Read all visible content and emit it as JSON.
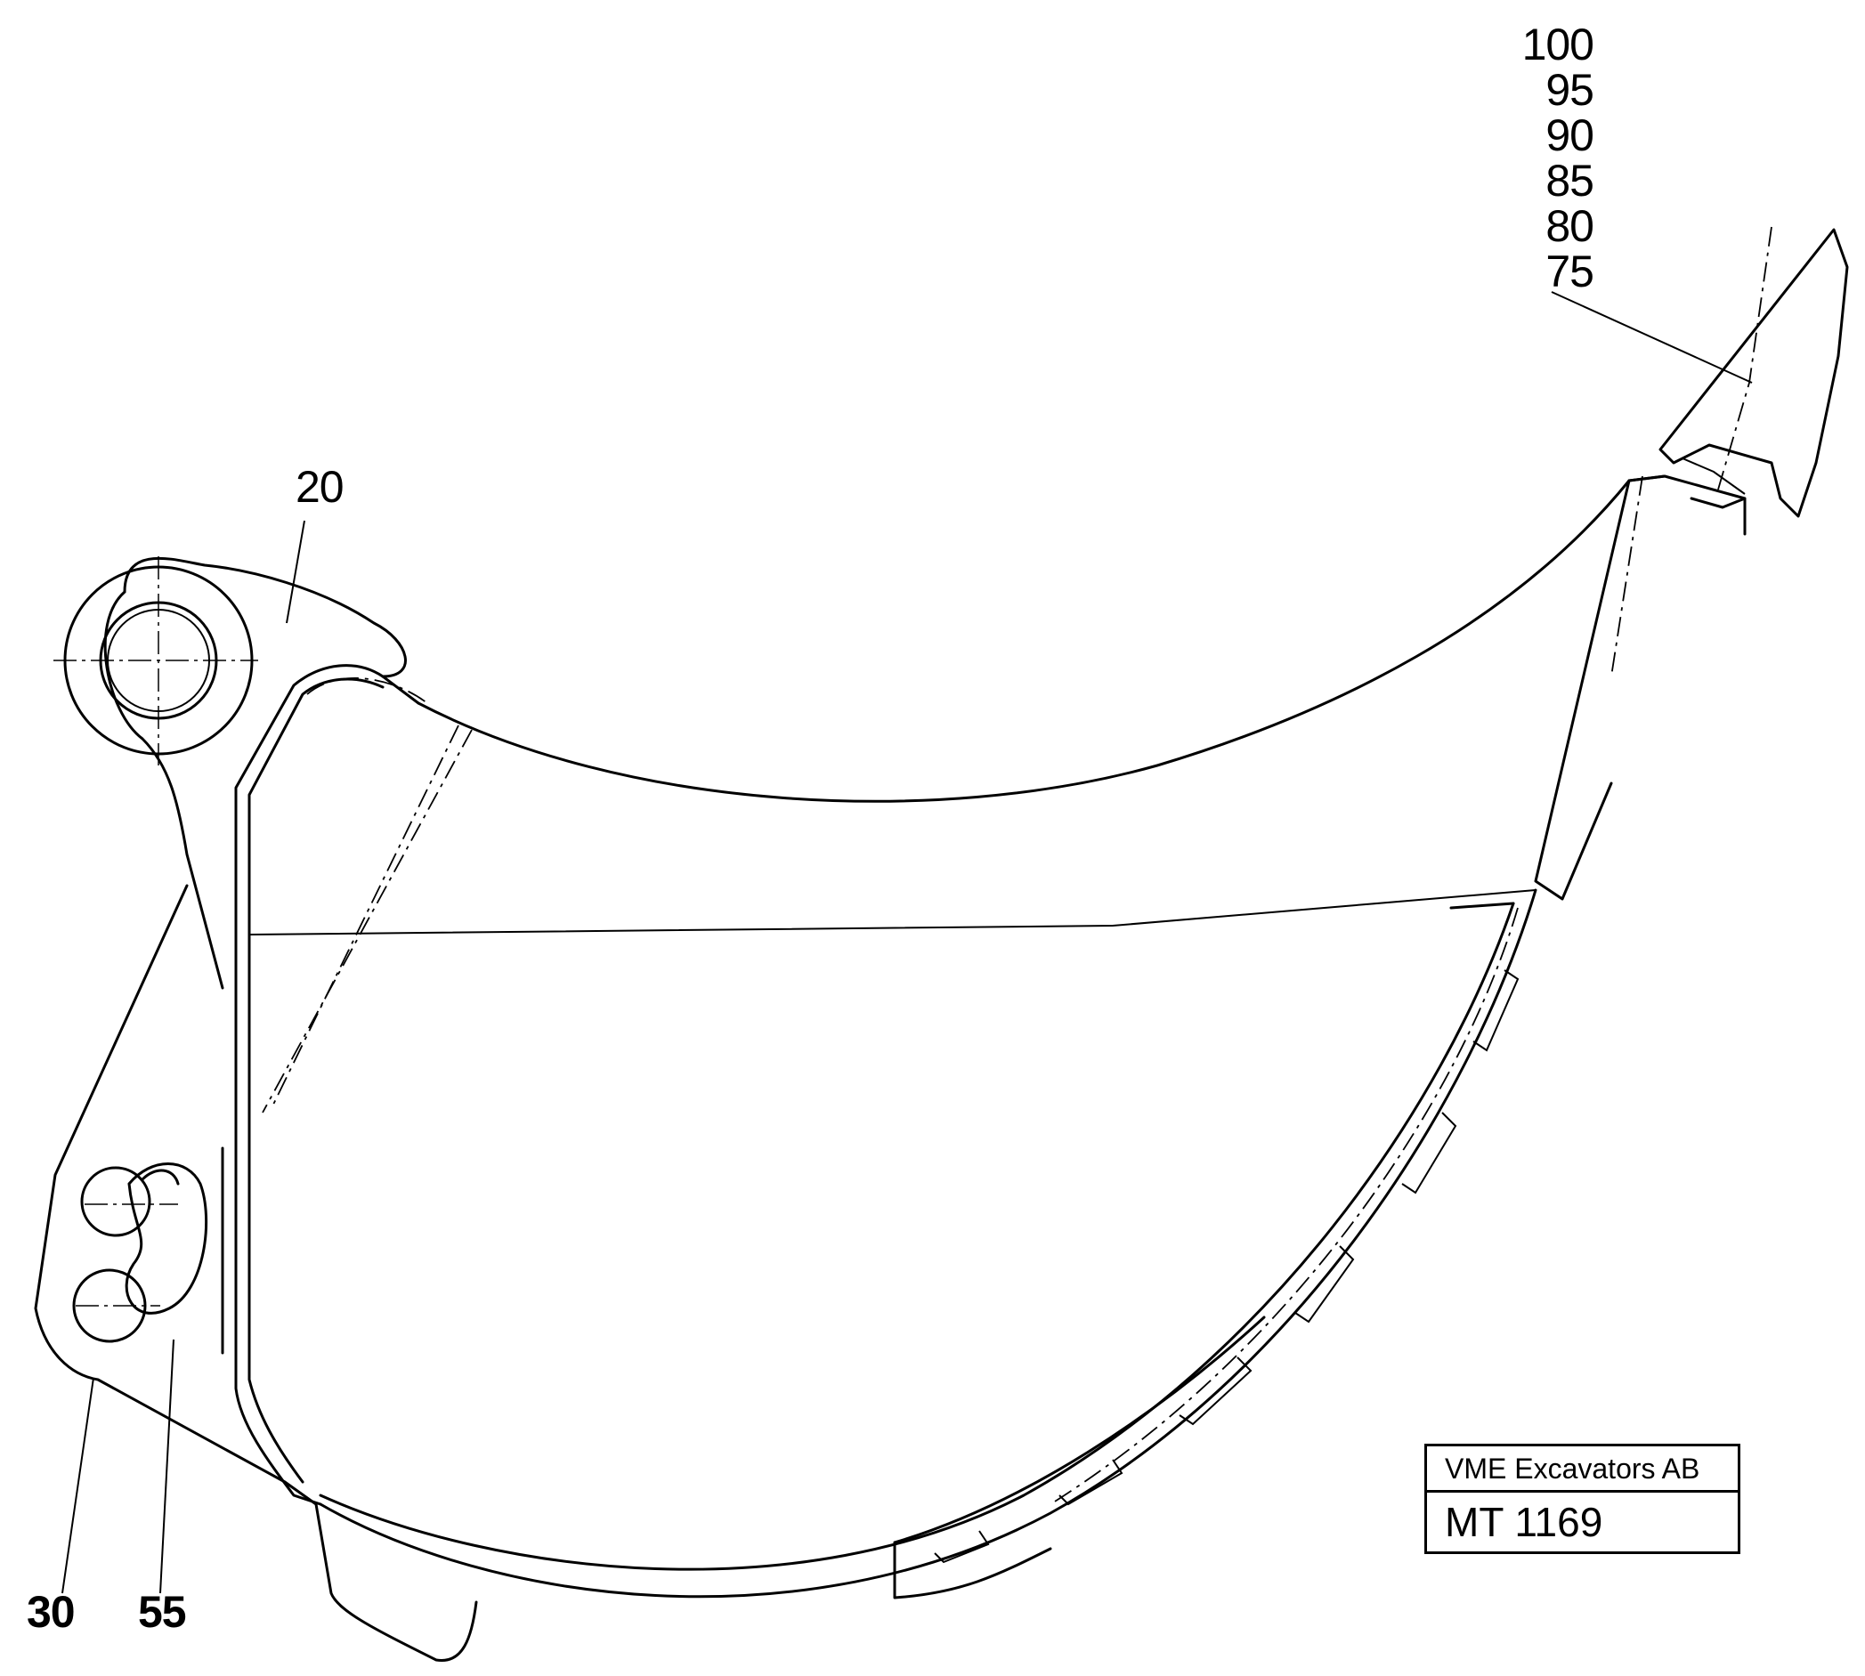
{
  "labels": {
    "part_20": "20",
    "part_30": "30",
    "part_55": "55",
    "callouts": [
      "100",
      "95",
      "90",
      "85",
      "80",
      "75"
    ]
  },
  "title_block": {
    "company": "VME Excavators AB",
    "code": "MT 1169"
  }
}
